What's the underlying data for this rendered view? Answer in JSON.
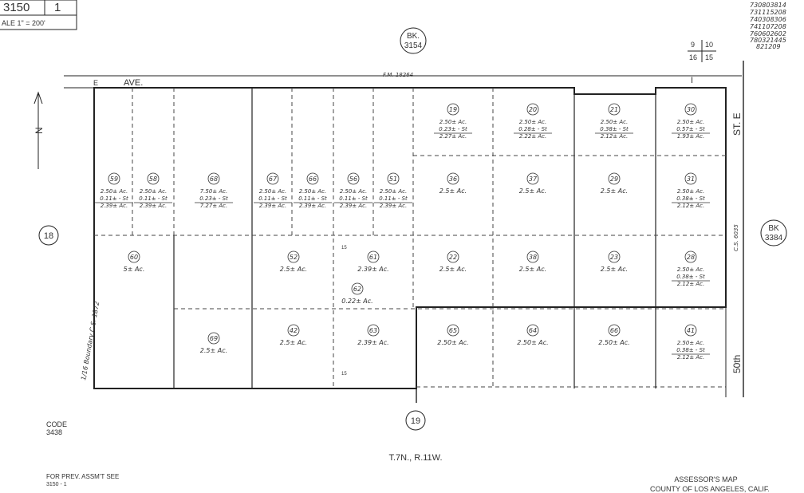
{
  "header": {
    "book_page": "3150",
    "sheet": "1",
    "scale": "ALE 1\" = 200'",
    "revisions": [
      "730803814",
      "731115208",
      "740308306",
      "741107208",
      "760602602",
      "780321445",
      "821209"
    ]
  },
  "adjacent_books": {
    "north": {
      "label": "BK.",
      "number": "3154"
    },
    "east": {
      "label": "BK",
      "number": "3384"
    },
    "west_section": "18",
    "south_section": "19",
    "section_grid": [
      "9",
      "10",
      "16",
      "15"
    ]
  },
  "streets": {
    "north_avenue": "AVE.",
    "north_avenue_prefix": "E",
    "north_avenue_number": "I",
    "east_street": "ST. E",
    "east_street_number": "50th",
    "fm_note": "F.M. 18264",
    "cs_note": "C.S. 6035",
    "west_boundary_note": "1/16 Boundary C.S. 1872"
  },
  "north_arrow": {
    "letter": "N"
  },
  "parcels": [
    {
      "num": "59",
      "lines": [
        "2.50± Ac.",
        "0.11± - St",
        "2.39± Ac."
      ]
    },
    {
      "num": "58",
      "lines": [
        "2.50± Ac.",
        "0.11± - St",
        "2.39± Ac."
      ]
    },
    {
      "num": "68",
      "lines": [
        "7.50± Ac.",
        "0.23± - St",
        "7.27± Ac."
      ]
    },
    {
      "num": "67",
      "lines": [
        "2.50± Ac.",
        "0.11± - St",
        "2.39± Ac."
      ]
    },
    {
      "num": "66",
      "lines": [
        "2.50± Ac.",
        "0.11± - St",
        "2.39± Ac."
      ]
    },
    {
      "num": "56",
      "lines": [
        "2.50± Ac.",
        "0.11± - St",
        "2.39± Ac."
      ]
    },
    {
      "num": "51",
      "lines": [
        "2.50± Ac.",
        "0.11± - St",
        "2.39± Ac."
      ]
    },
    {
      "num": "19",
      "lines": [
        "2.50± Ac.",
        "0.23± - St",
        "2.27± Ac."
      ]
    },
    {
      "num": "20",
      "lines": [
        "2.50± Ac.",
        "0.28± - St",
        "2.22± Ac."
      ]
    },
    {
      "num": "21",
      "lines": [
        "2.50± Ac.",
        "0.38± - St",
        "2.12± Ac."
      ]
    },
    {
      "num": "30",
      "lines": [
        "2.50± Ac.",
        "0.57± - St",
        "1.93± Ac."
      ]
    },
    {
      "num": "36",
      "lines": [
        "2.5± Ac."
      ]
    },
    {
      "num": "37",
      "lines": [
        "2.5± Ac."
      ]
    },
    {
      "num": "29",
      "lines": [
        "2.5± Ac."
      ]
    },
    {
      "num": "31",
      "lines": [
        "2.50± Ac.",
        "0.38± - St",
        "2.12± Ac."
      ]
    },
    {
      "num": "60",
      "lines": [
        "5± Ac."
      ]
    },
    {
      "num": "52",
      "lines": [
        "2.5± Ac."
      ]
    },
    {
      "num": "61",
      "lines": [
        "2.39± Ac."
      ]
    },
    {
      "num": "62",
      "lines": [
        "0.22± Ac."
      ]
    },
    {
      "num": "22",
      "lines": [
        "2.5± Ac."
      ]
    },
    {
      "num": "38",
      "lines": [
        "2.5± Ac."
      ]
    },
    {
      "num": "23",
      "lines": [
        "2.5± Ac."
      ]
    },
    {
      "num": "28",
      "lines": [
        "2.50± Ac.",
        "0.38± - St",
        "2.12± Ac."
      ]
    },
    {
      "num": "69",
      "lines": [
        "2.5± Ac."
      ]
    },
    {
      "num": "42",
      "lines": [
        "2.5± Ac."
      ]
    },
    {
      "num": "63",
      "lines": [
        "2.39± Ac."
      ]
    },
    {
      "num": "65",
      "lines": [
        "2.50± Ac."
      ]
    },
    {
      "num": "64",
      "lines": [
        "2.50± Ac."
      ]
    },
    {
      "num": "66",
      "lines": [
        "2.50± Ac."
      ]
    },
    {
      "num": "41",
      "lines": [
        "2.50± Ac.",
        "0.38± - St",
        "2.12± Ac."
      ]
    }
  ],
  "dimensions": {
    "d15a": "15",
    "d15b": "15"
  },
  "footer": {
    "code_label": "CODE",
    "code_value": "3438",
    "township": "T.7N., R.11W.",
    "prev_assmt": "FOR PREV. ASSM'T SEE",
    "prev_assmt_ref": "3150 - 1",
    "map_title": "ASSESSOR'S MAP",
    "map_county": "COUNTY OF LOS ANGELES, CALIF."
  }
}
